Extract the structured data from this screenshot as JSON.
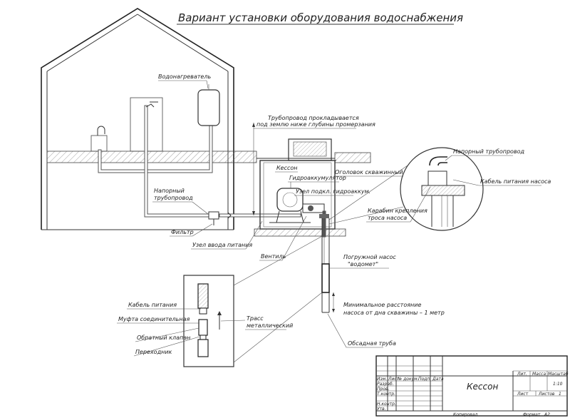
{
  "title": "Вариант установки оборудования водоснабжения",
  "labels": {
    "water_heater": "Водонагреватель",
    "pipeline_line1": "Трубопровод прокладывается",
    "pipeline_line2": "под землю ниже глубины промерзания",
    "caisson": "Кессон",
    "hydroaccumulator": "Гидроаккумулятор",
    "well_head": "Оголовок скважинный",
    "pressure_line1": "Напорный",
    "pressure_line2": "трубопровод",
    "hydro_node": "Узел подкл. гидроаккум.",
    "filter": "Фильтр",
    "power_node": "Узел ввода питания",
    "valve": "Вентиль",
    "pump_line1": "Погружной насос",
    "pump_line2": "\"водомет\"",
    "min_dist_line1": "Минимальное расстояние",
    "min_dist_line2": "насоса от дна скважины – 1 метр",
    "casing": "Обсадная труба",
    "detail_pressure": "Напорный трубопровод",
    "detail_cable": "Кабель питания насоса",
    "carabiner_line1": "Карабин крепления",
    "carabiner_line2": "троса насоса",
    "cable": "Кабель питания",
    "coupling": "Муфта соединительная",
    "check_valve": "Обратный клапан",
    "adapter": "Переходник",
    "cable_rope_line1": "Трасс",
    "cable_rope_line2": "металлический"
  },
  "stamp": {
    "name": "Кессон",
    "lit_label": "Лит.",
    "mass_label": "Масса",
    "scale_label": "Масштаб",
    "scale_value": "1:10",
    "sheet_label": "Лист",
    "sheets_label": "Листов",
    "sheets_value": "1",
    "change_label": "Изм.",
    "sheet_col": "Лист",
    "doc_label": "№ докум.",
    "sign_label": "Подп.",
    "date_label": "Дата",
    "developed": "Разраб.",
    "checked": "Пров.",
    "tcontrol": "Т.контр.",
    "ncontrol": "Н.контр.",
    "approved": "Утв.",
    "copied": "Копировал",
    "format_label": "Формат",
    "format_value": "A2"
  }
}
